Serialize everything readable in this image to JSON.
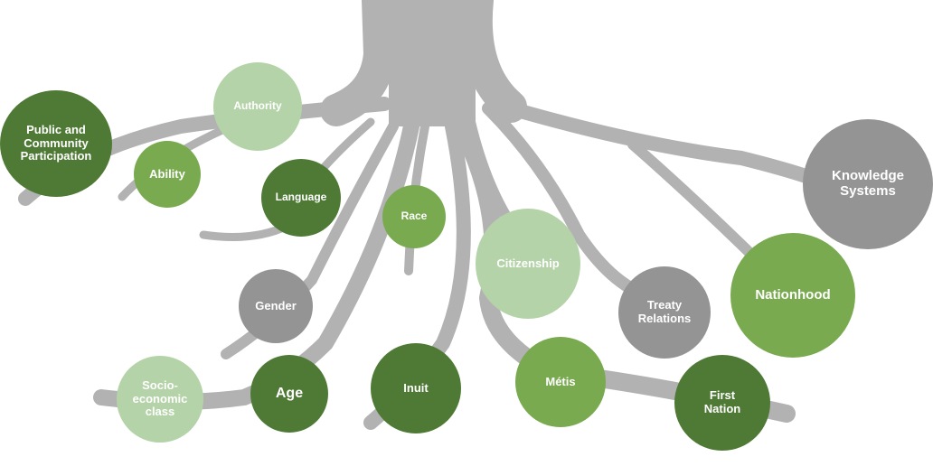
{
  "colors": {
    "dark_green": "#4f7a35",
    "mid_green": "#79aa4f",
    "light_green": "#b5d3a8",
    "gray": "#949494",
    "root": "#b2b2b2"
  },
  "nodes": {
    "public": "Public and\nCommunity\nParticipation",
    "ability": "Ability",
    "authority": "Authority",
    "language": "Language",
    "race": "Race",
    "citizenship": "Citizenship",
    "knowledge": "Knowledge\nSystems",
    "nationhood": "Nationhood",
    "treaty": "Treaty\nRelations",
    "gender": "Gender",
    "socio": "Socio-\neconomic\nclass",
    "age": "Age",
    "inuit": "Inuit",
    "metis": "Métis",
    "first_nation": "First\nNation"
  }
}
